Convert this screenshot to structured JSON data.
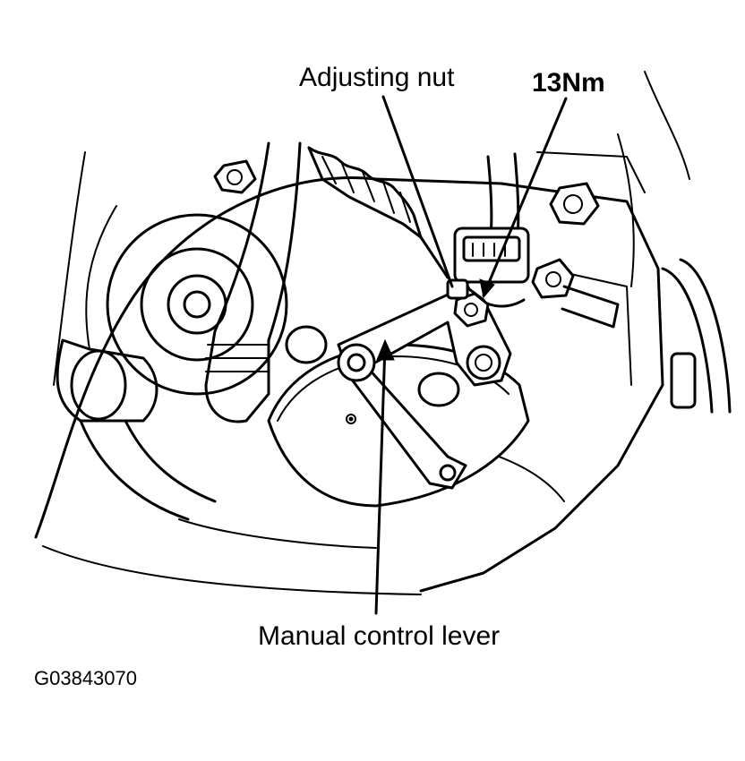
{
  "labels": {
    "adjusting_nut": "Adjusting nut",
    "torque": "13Nm",
    "manual_control_lever": "Manual control  lever",
    "figure_code": "G03843070"
  },
  "colors": {
    "ink": "#000000",
    "paper": "#ffffff"
  }
}
